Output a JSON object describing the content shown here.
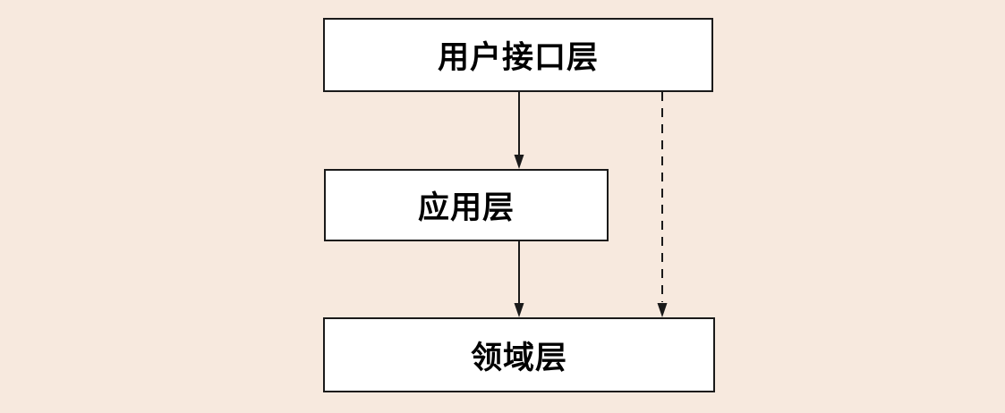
{
  "diagram": {
    "title": "layered-architecture-diagram",
    "background_color": "#f7e9de",
    "box_fill_color": "#ffffff",
    "line_color": "#1a1a1a",
    "text_color": "#000000",
    "nodes": [
      {
        "id": "ui-layer",
        "label": "用户接口层"
      },
      {
        "id": "application-layer",
        "label": "应用层"
      },
      {
        "id": "domain-layer",
        "label": "领域层"
      }
    ],
    "edges": [
      {
        "from": "ui-layer",
        "to": "application-layer",
        "style": "solid",
        "arrow": "down"
      },
      {
        "from": "application-layer",
        "to": "domain-layer",
        "style": "solid",
        "arrow": "down"
      },
      {
        "from": "ui-layer",
        "to": "domain-layer",
        "style": "dashed",
        "arrow": "down"
      }
    ]
  }
}
